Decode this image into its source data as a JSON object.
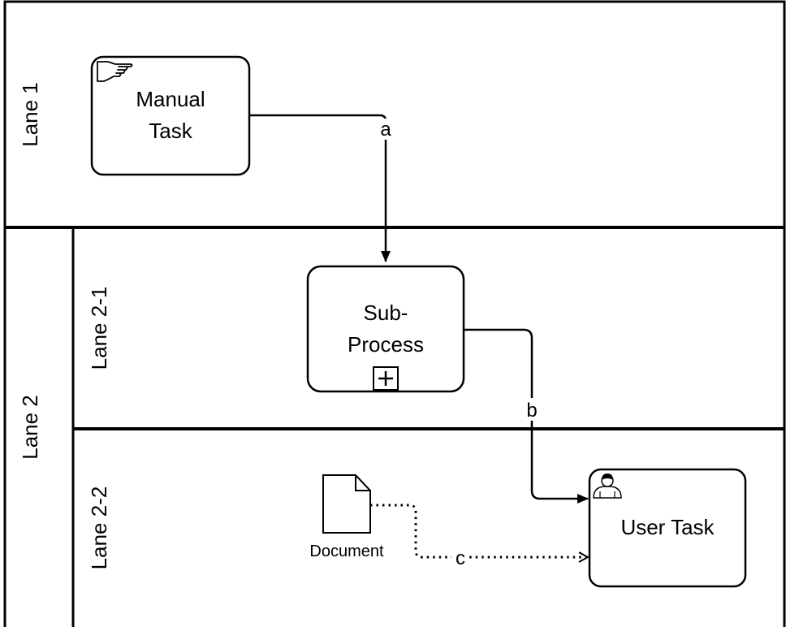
{
  "lanes": {
    "lane1": "Lane 1",
    "lane2": "Lane 2",
    "lane2_1": "Lane 2-1",
    "lane2_2": "Lane 2-2"
  },
  "nodes": {
    "manual_task": {
      "line1": "Manual",
      "line2": "Task",
      "icon": "hand-icon"
    },
    "sub_process": {
      "line1": "Sub-",
      "line2": "Process",
      "marker": "+"
    },
    "user_task": {
      "label": "User Task",
      "icon": "user-icon"
    },
    "document": {
      "label": "Document"
    }
  },
  "edges": {
    "a": "a",
    "b": "b",
    "c": "c"
  }
}
